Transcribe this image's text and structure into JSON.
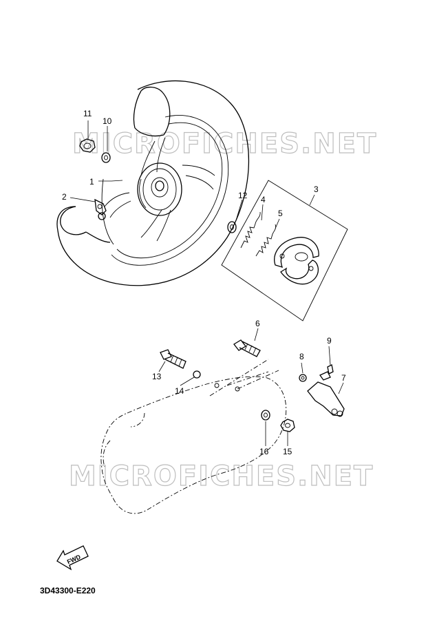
{
  "watermark": "MICROFICHES.NET",
  "diagram_code": "3D43300-E220",
  "fwd_label": "FWD",
  "callouts": [
    {
      "id": "1",
      "label": "1"
    },
    {
      "id": "2",
      "label": "2"
    },
    {
      "id": "3",
      "label": "3"
    },
    {
      "id": "4",
      "label": "4"
    },
    {
      "id": "5",
      "label": "5"
    },
    {
      "id": "6",
      "label": "6"
    },
    {
      "id": "7",
      "label": "7"
    },
    {
      "id": "8",
      "label": "8"
    },
    {
      "id": "9",
      "label": "9"
    },
    {
      "id": "10",
      "label": "10"
    },
    {
      "id": "11",
      "label": "11"
    },
    {
      "id": "12",
      "label": "12"
    },
    {
      "id": "13",
      "label": "13"
    },
    {
      "id": "14",
      "label": "14"
    },
    {
      "id": "15",
      "label": "15"
    },
    {
      "id": "16",
      "label": "16"
    }
  ]
}
